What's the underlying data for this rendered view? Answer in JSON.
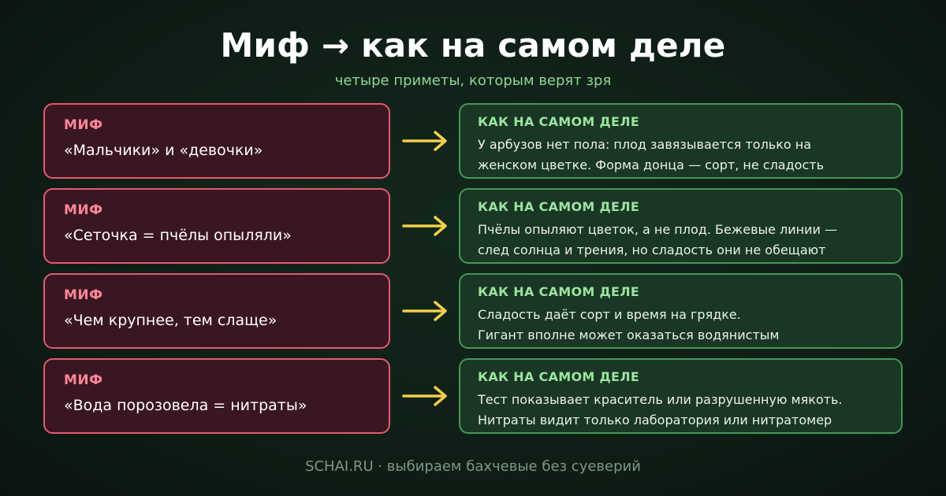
{
  "title": "Миф → как на самом деле",
  "subtitle": "четыре приметы, которым верят зря",
  "rows": [
    {
      "myth_label": "МИФ",
      "myth": "«Мальчики» и «девочки»",
      "fact_label": "КАК НА САМОМ ДЕЛЕ",
      "fact_lines": [
        "У арбузов нет пола: плод завязывается только на",
        "женском цветке. Форма донца — сорт, не сладость"
      ]
    },
    {
      "myth_label": "МИФ",
      "myth": "«Сеточка = пчёлы опыляли»",
      "fact_label": "КАК НА САМОМ ДЕЛЕ",
      "fact_lines": [
        "Пчёлы опыляют цветок, а не плод. Бежевые линии —",
        "след солнца и трения, но сладость они не обещают"
      ]
    },
    {
      "myth_label": "МИФ",
      "myth": "«Чем крупнее, тем слаще»",
      "fact_label": "КАК НА САМОМ ДЕЛЕ",
      "fact_lines": [
        "Сладость даёт сорт и время на грядке.",
        "Гигант вполне может оказаться водянистым"
      ]
    },
    {
      "myth_label": "МИФ",
      "myth": "«Вода порозовела = нитраты»",
      "fact_label": "КАК НА САМОМ ДЕЛЕ",
      "fact_lines": [
        "Тест показывает краситель или разрушенную мякоть.",
        "Нитраты видит только лаборатория или нитратомер"
      ]
    }
  ],
  "footer": "SCHAI.RU · выбираем бахчевые без суеверий",
  "colors": {
    "myth_accent": "#e45a6f",
    "fact_accent": "#449a52",
    "arrow": "#f1cf4a"
  },
  "icons": {
    "arrow": "arrow-right-icon"
  }
}
